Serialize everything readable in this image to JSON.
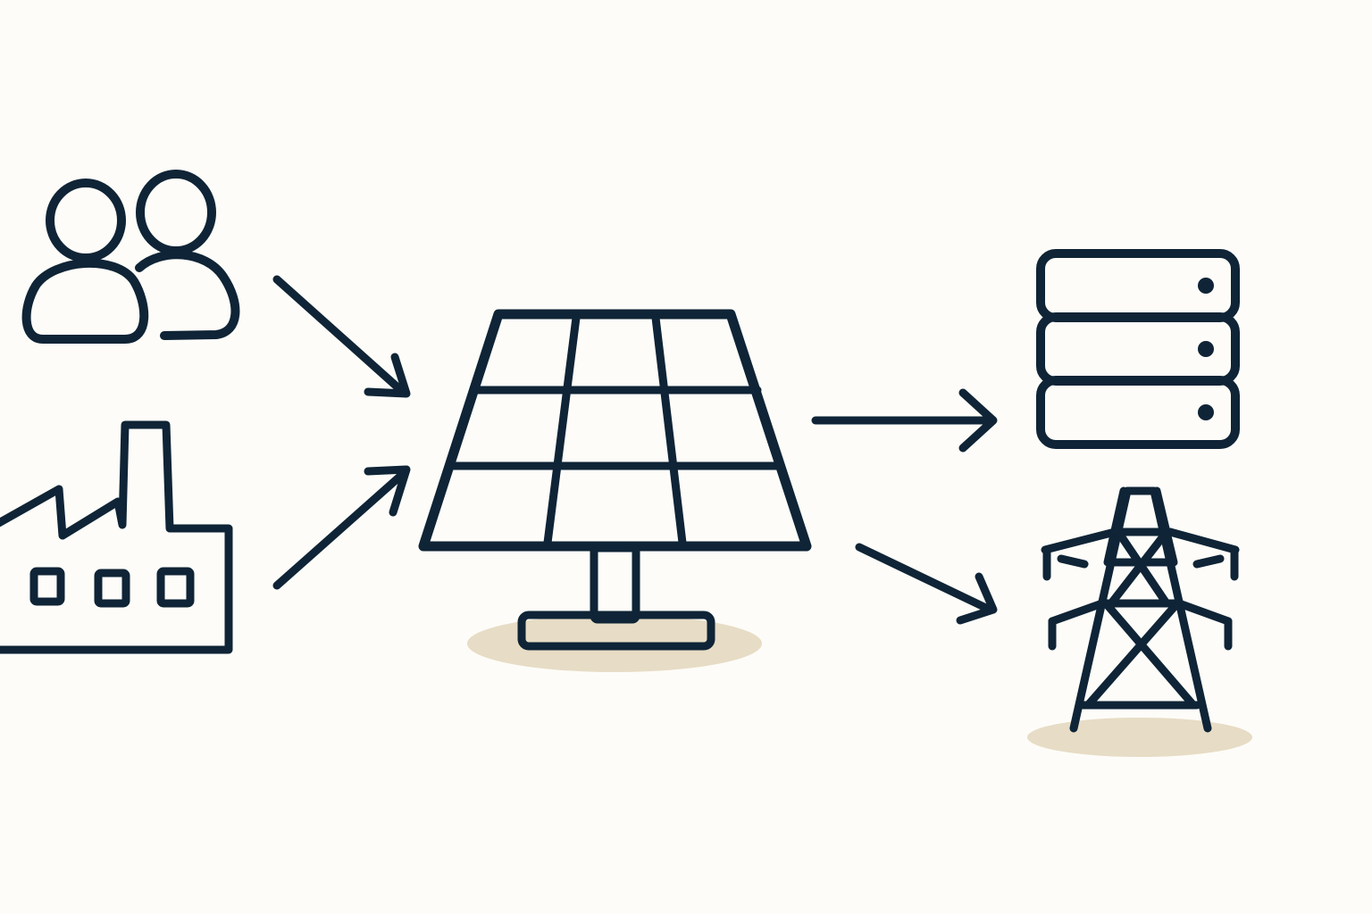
{
  "colors": {
    "background": "#fdfcf8",
    "outline": "#0f2436",
    "panel": "#f5891f",
    "blue": "#7eaec3",
    "shadow": "#e7dcc5"
  },
  "nodes": {
    "people": {
      "icon": "people-icon"
    },
    "factory": {
      "icon": "factory-icon"
    },
    "solar": {
      "icon": "solar-panel-icon"
    },
    "storage": {
      "icon": "server-storage-icon"
    },
    "grid": {
      "icon": "power-tower-icon"
    }
  },
  "edges": [
    {
      "from": "people",
      "to": "solar"
    },
    {
      "from": "factory",
      "to": "solar"
    },
    {
      "from": "solar",
      "to": "storage"
    },
    {
      "from": "solar",
      "to": "grid"
    }
  ]
}
